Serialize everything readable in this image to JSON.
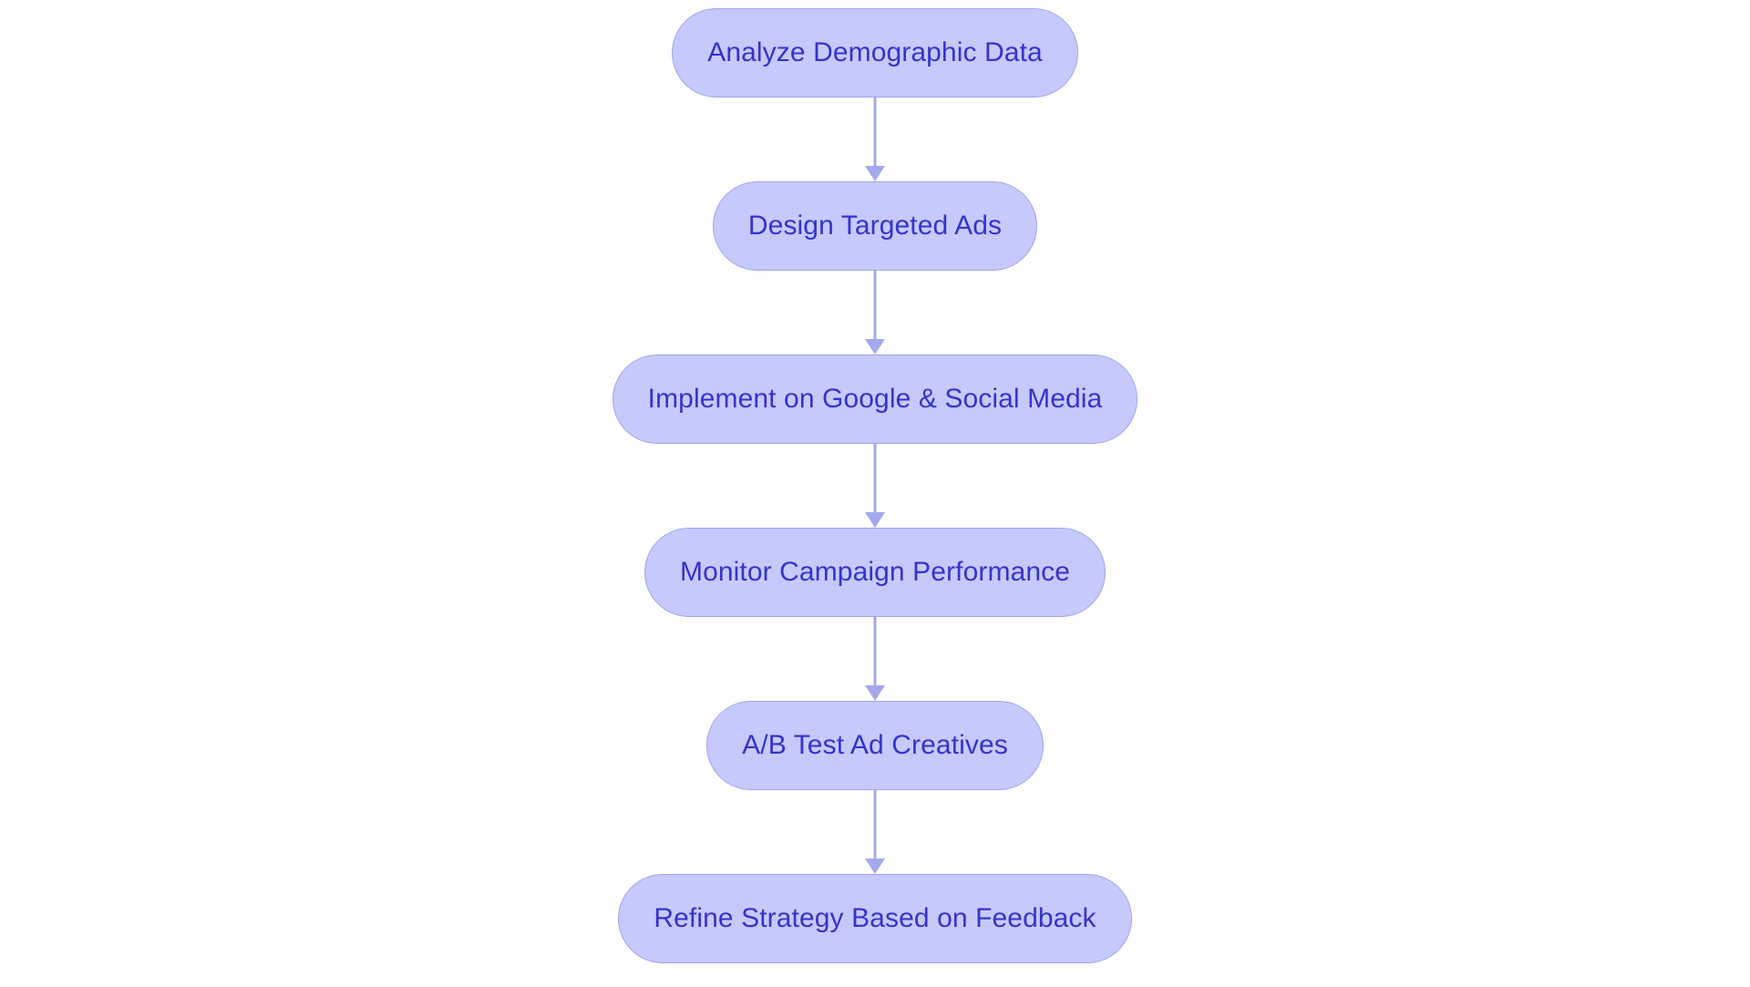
{
  "diagram": {
    "type": "flowchart",
    "orientation": "top-to-bottom",
    "background_color": "#ffffff",
    "node_fill_color": "#c6c9fb",
    "node_border_color": "#9ea6e6",
    "node_text_color": "#3434cc",
    "connector_color": "#a3a9ec",
    "node_shape": "rounded-pill",
    "nodes": [
      {
        "id": "node-1",
        "label": "Analyze Demographic Data"
      },
      {
        "id": "node-2",
        "label": "Design Targeted Ads"
      },
      {
        "id": "node-3",
        "label": "Implement on Google & Social Media"
      },
      {
        "id": "node-4",
        "label": "Monitor Campaign Performance"
      },
      {
        "id": "node-5",
        "label": "A/B Test Ad Creatives"
      },
      {
        "id": "node-6",
        "label": "Refine Strategy Based on Feedback"
      }
    ],
    "edges": [
      {
        "id": "edge-1",
        "from": "node-1",
        "to": "node-2",
        "arrow": "down-arrow"
      },
      {
        "id": "edge-2",
        "from": "node-2",
        "to": "node-3",
        "arrow": "down-arrow"
      },
      {
        "id": "edge-3",
        "from": "node-3",
        "to": "node-4",
        "arrow": "down-arrow"
      },
      {
        "id": "edge-4",
        "from": "node-4",
        "to": "node-5",
        "arrow": "down-arrow"
      },
      {
        "id": "edge-5",
        "from": "node-5",
        "to": "node-6",
        "arrow": "down-arrow"
      }
    ]
  }
}
